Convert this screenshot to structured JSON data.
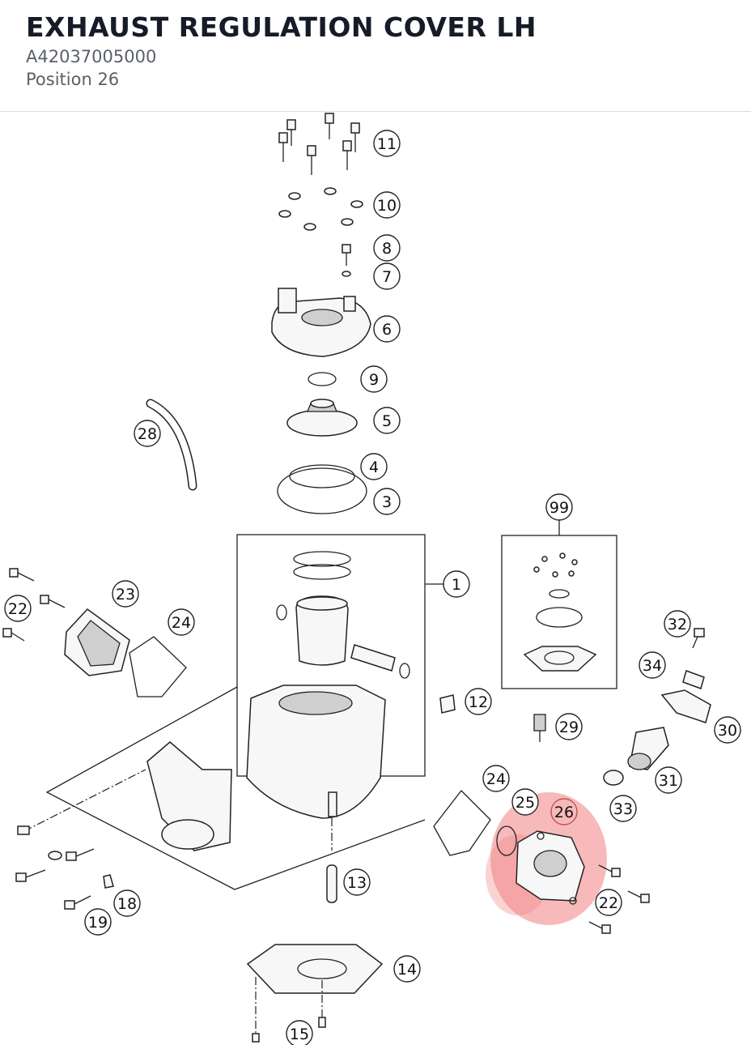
{
  "header": {
    "title": "EXHAUST REGULATION COVER LH",
    "part_number": "A42037005000",
    "position": "Position 26"
  },
  "diagram": {
    "highlight_color": "#f08080",
    "highlighted_callout": "26",
    "callouts": [
      "11",
      "10",
      "8",
      "7",
      "6",
      "9",
      "5",
      "28",
      "4",
      "3",
      "99",
      "1",
      "23",
      "22",
      "24",
      "32",
      "34",
      "12",
      "29",
      "30",
      "31",
      "24",
      "25",
      "26",
      "33",
      "22",
      "13",
      "18",
      "19",
      "14",
      "15"
    ]
  }
}
